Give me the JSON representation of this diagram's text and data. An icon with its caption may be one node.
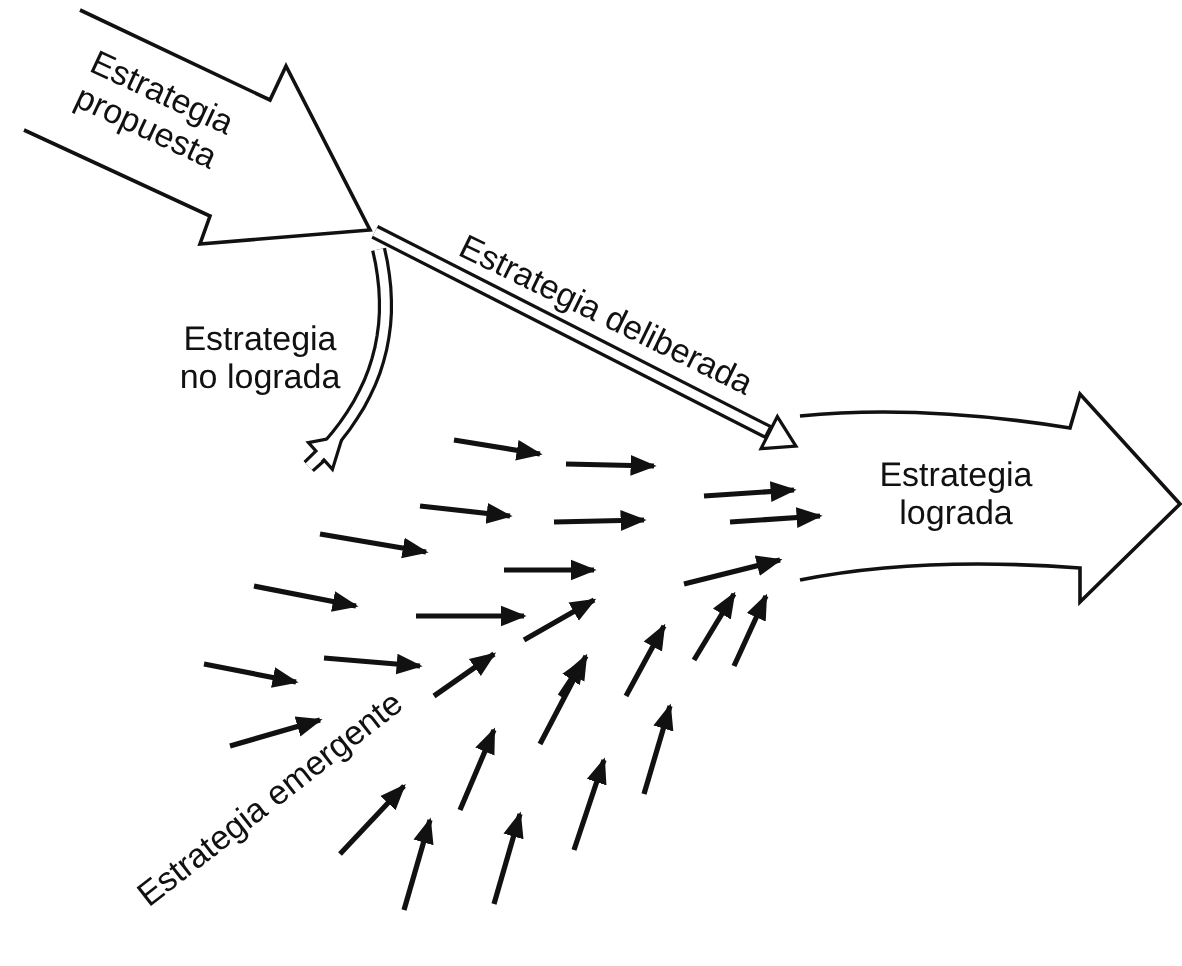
{
  "diagram": {
    "nodes": [
      {
        "text": [
          "Estrategia propuesta"
        ]
      },
      {
        "text": [
          "Estrategia lograda"
        ]
      }
    ],
    "edges": [
      {
        "from": 0,
        "to": 1,
        "arrow": "to",
        "label": "Estrategia deliberada"
      },
      {
        "from": 0,
        "to": null,
        "arrow": "to",
        "label": "Estrategia no lograda"
      }
    ],
    "labels": [
      "Estrategia emergente"
    ]
  }
}
